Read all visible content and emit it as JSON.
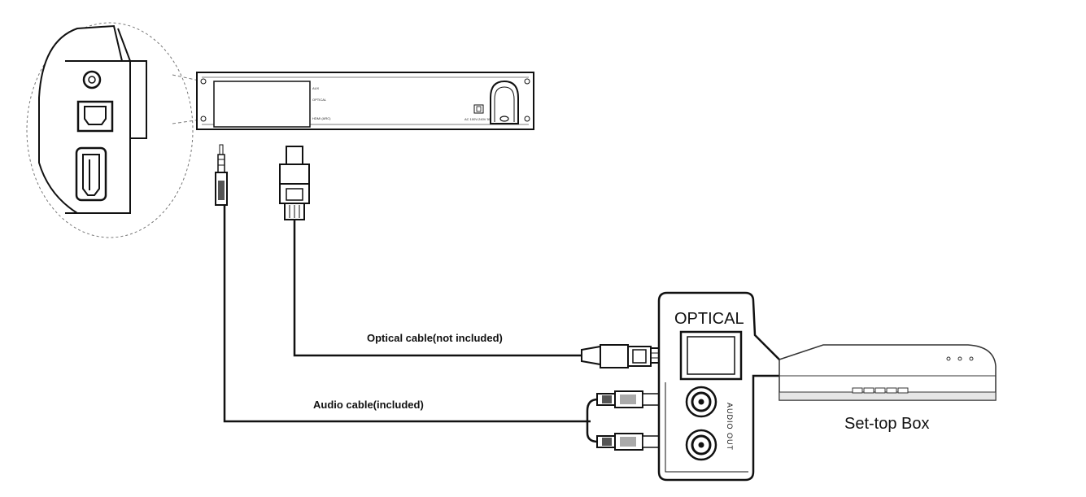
{
  "labels": {
    "optical_cable": "Optical cable(not included)",
    "audio_cable": "Audio cable(included)",
    "optical_port": "OPTICAL",
    "audio_out": "AUDIO OUT",
    "set_top_box": "Set-top Box"
  },
  "soundbar_port_labels": {
    "aux": "AUX",
    "optical": "OPTICAL",
    "hdmi": "HDMI (ARC)",
    "power": "AC 100V-240V 50/60Hz"
  },
  "colors": {
    "line": "#111111",
    "panel_fill": "#ffffff",
    "shade": "#d9d9d9"
  }
}
